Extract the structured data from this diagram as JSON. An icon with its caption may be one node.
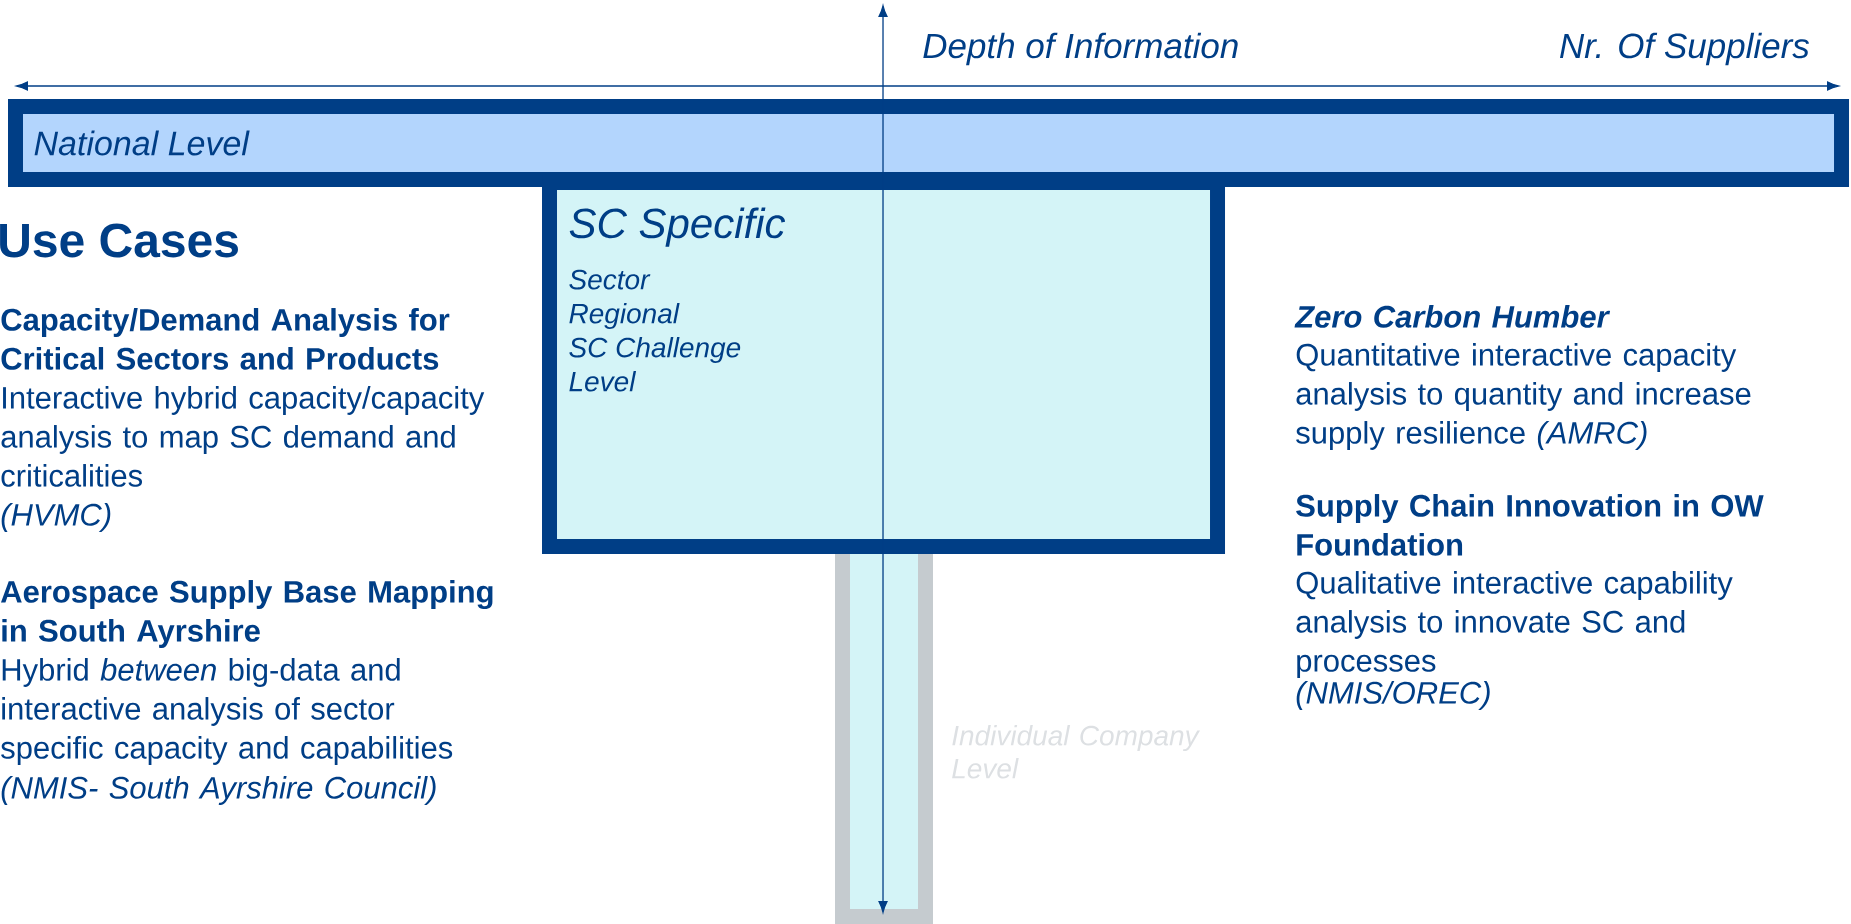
{
  "diagram": {
    "nodes": [
      {
        "text": [
          "National Level"
        ]
      },
      {
        "text": [
          "SC Specific",
          "Sector",
          "Regional",
          "SC Challenge Level"
        ]
      },
      {
        "text": [],
        "shape": "box",
        "beside": [
          "Individual Company Level"
        ]
      }
    ],
    "labels": [
      "Depth of Information",
      "Nr. Of Suppliers",
      "Use Cases",
      "Capacity/Demand Analysis for Critical Sectors and Products",
      "Interactive hybrid capacity/capacity analysis to map SC demand and criticalities",
      "(HVMC)",
      "Aerospace Supply Base Mapping in South Ayrshire",
      "Hybrid *between* big-data and interactive analysis of sector specific capacity and capabilities",
      "(NMIS- South Ayrshire Council)",
      "Zero Carbon Humber",
      "Quantitative interactive capacity analysis to quantity and increase supply resilience *(AMRC)*",
      "Supply Chain Innovation in OW Foundation",
      "Qualitative interactive capability analysis to innovate SC and processes",
      "(NMIS/OREC)"
    ]
  }
}
